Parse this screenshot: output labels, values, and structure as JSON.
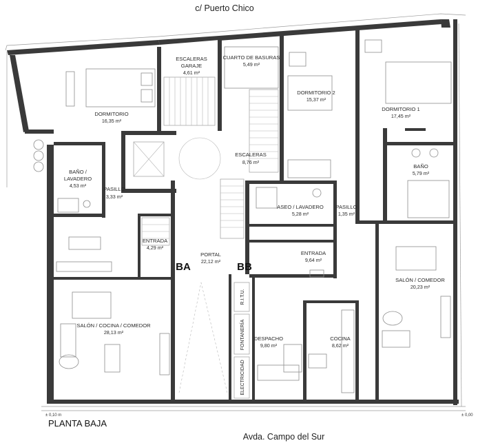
{
  "streets": {
    "top": "c/ Puerto Chico",
    "bottom": "Avda. Campo del Sur"
  },
  "plan_title": "PLANTA BAJA",
  "levels": {
    "left": "± 0,10 m",
    "right": "± 0,00"
  },
  "sections": {
    "ba": "BA",
    "bb": "BB"
  },
  "rooms": {
    "escaleras_garaje": {
      "name1": "ESCALERAS",
      "name2": "GARAJE",
      "area": "4,61 m²"
    },
    "cuarto_basuras": {
      "name": "CUARTO DE BASURAS",
      "area": "5,49 m²"
    },
    "dormitorio_2": {
      "name": "DORMITORIO 2",
      "area": "15,37 m²"
    },
    "dormitorio_1": {
      "name": "DORMITORIO 1",
      "area": "17,45 m²"
    },
    "dormitorio": {
      "name": "DORMITORIO",
      "area": "16,35 m²"
    },
    "escaleras": {
      "name": "ESCALERAS",
      "area": "8,76 m²"
    },
    "bano_right": {
      "name": "BAÑO",
      "area": "5,79 m²"
    },
    "bano_lavadero": {
      "name1": "BAÑO /",
      "name2": "LAVADERO",
      "area": "4,53 m²"
    },
    "pasillo_left": {
      "name": "PASILLO",
      "area": "3,33 m²"
    },
    "aseo_lavadero": {
      "name": "ASEO / LAVADERO",
      "area": "5,28 m²"
    },
    "pasillo_right": {
      "name": "PASILLO",
      "area": "1,35 m²"
    },
    "entrada_left": {
      "name": "ENTRADA",
      "area": "4,29 m²"
    },
    "portal": {
      "name": "PORTAL",
      "area": "22,12 m²"
    },
    "entrada_right": {
      "name": "ENTRADA",
      "area": "9,64 m²"
    },
    "salon_comedor": {
      "name": "SALÓN / COMEDOR",
      "area": "20,23 m²"
    },
    "salon_cocina_comedor": {
      "name": "SALÓN / COCINA / COMEDOR",
      "area": "28,13 m²"
    },
    "despacho": {
      "name": "DESPACHO",
      "area": "9,80 m²"
    },
    "cocina": {
      "name": "COCINA",
      "area": "8,62 m²"
    }
  },
  "installations": {
    "ritu": "R.I.T.U.",
    "fontaneria": "FONTANERÍA",
    "electricidad": "ELECTRICIDAD"
  }
}
